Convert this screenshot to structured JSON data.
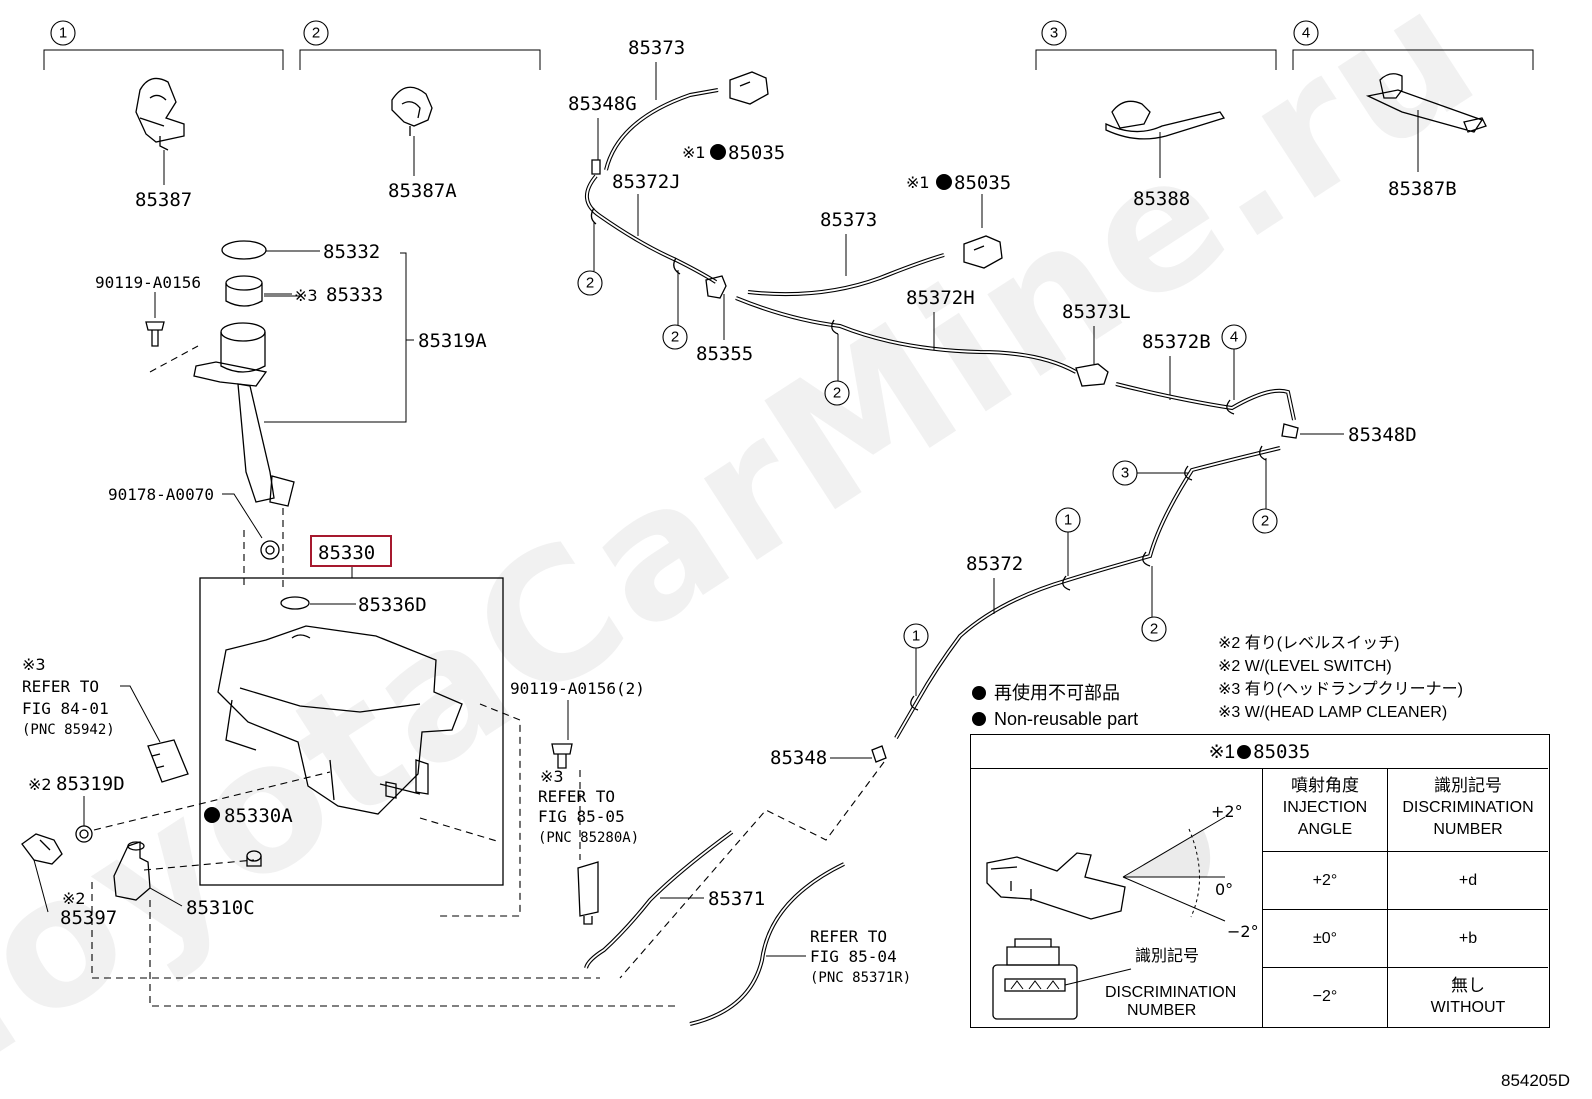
{
  "watermark": "ToyotaCarMine.ru",
  "groups": [
    {
      "num": "1",
      "part": "85387"
    },
    {
      "num": "2",
      "part": "85387A"
    },
    {
      "num": "3",
      "part": "85388"
    },
    {
      "num": "4",
      "part": "85387B"
    }
  ],
  "labels": {
    "p85332": "85332",
    "p85333": "85333",
    "p85319A": "85319A",
    "p90119_a": "90119-A0156",
    "p90178": "90178-A0070",
    "p85330": "85330",
    "p85336D": "85336D",
    "p85319D": "85319D",
    "p85330A": "85330A",
    "p85397": "85397",
    "p85310C": "85310C",
    "p90119_b": "90119-A0156(2)",
    "p85373_a": "85373",
    "p85348G": "85348G",
    "p85035_a": "85035",
    "p85372J": "85372J",
    "p85035_b": "85035",
    "p85373_b": "85373",
    "p85355": "85355",
    "p85372H": "85372H",
    "p85373L": "85373L",
    "p85372B": "85372B",
    "p85348D": "85348D",
    "p85372": "85372",
    "p85348": "85348",
    "p85371": "85371"
  },
  "marks": {
    "note1": "※1",
    "note2": "※2",
    "note3": "※3"
  },
  "refer_84": {
    "line1": "REFER TO",
    "line2": "FIG 84-01",
    "line3": "(PNC 85942)"
  },
  "refer_85_05": {
    "line1": "REFER TO",
    "line2": "FIG 85-05",
    "line3": "(PNC 85280A)"
  },
  "refer_85_04": {
    "line1": "REFER TO",
    "line2": "FIG 85-04",
    "line3": "(PNC 85371R)"
  },
  "notes": [
    "※2 有り(レベルスイッチ)",
    "※2 W/(LEVEL SWITCH)",
    "※3 有り(ヘッドランプクリーナー)",
    "※3 W/(HEAD LAMP CLEANER)"
  ],
  "non_reusable": {
    "jp": "再使用不可部品",
    "en": "Non-reusable part"
  },
  "table": {
    "title_mark": "※1",
    "title_part": "85035",
    "col1_jp": "噴射角度",
    "col1_en1": "INJECTION",
    "col1_en2": "ANGLE",
    "col2_jp": "識別記号",
    "col2_en1": "DISCRIMINATION",
    "col2_en2": "NUMBER",
    "rows": [
      {
        "angle": "+2°",
        "code": "+d",
        "code2": ""
      },
      {
        "angle": "±0°",
        "code": "+b",
        "code2": ""
      },
      {
        "angle": "−2°",
        "code": "無し",
        "code2": "WITHOUT"
      }
    ],
    "angle_plus": "+2°",
    "angle_zero": "0°",
    "angle_minus": "−2°",
    "disc_jp": "識別記号",
    "disc_en1": "DISCRIMINATION",
    "disc_en2": "NUMBER"
  },
  "figure_code": "854205D"
}
